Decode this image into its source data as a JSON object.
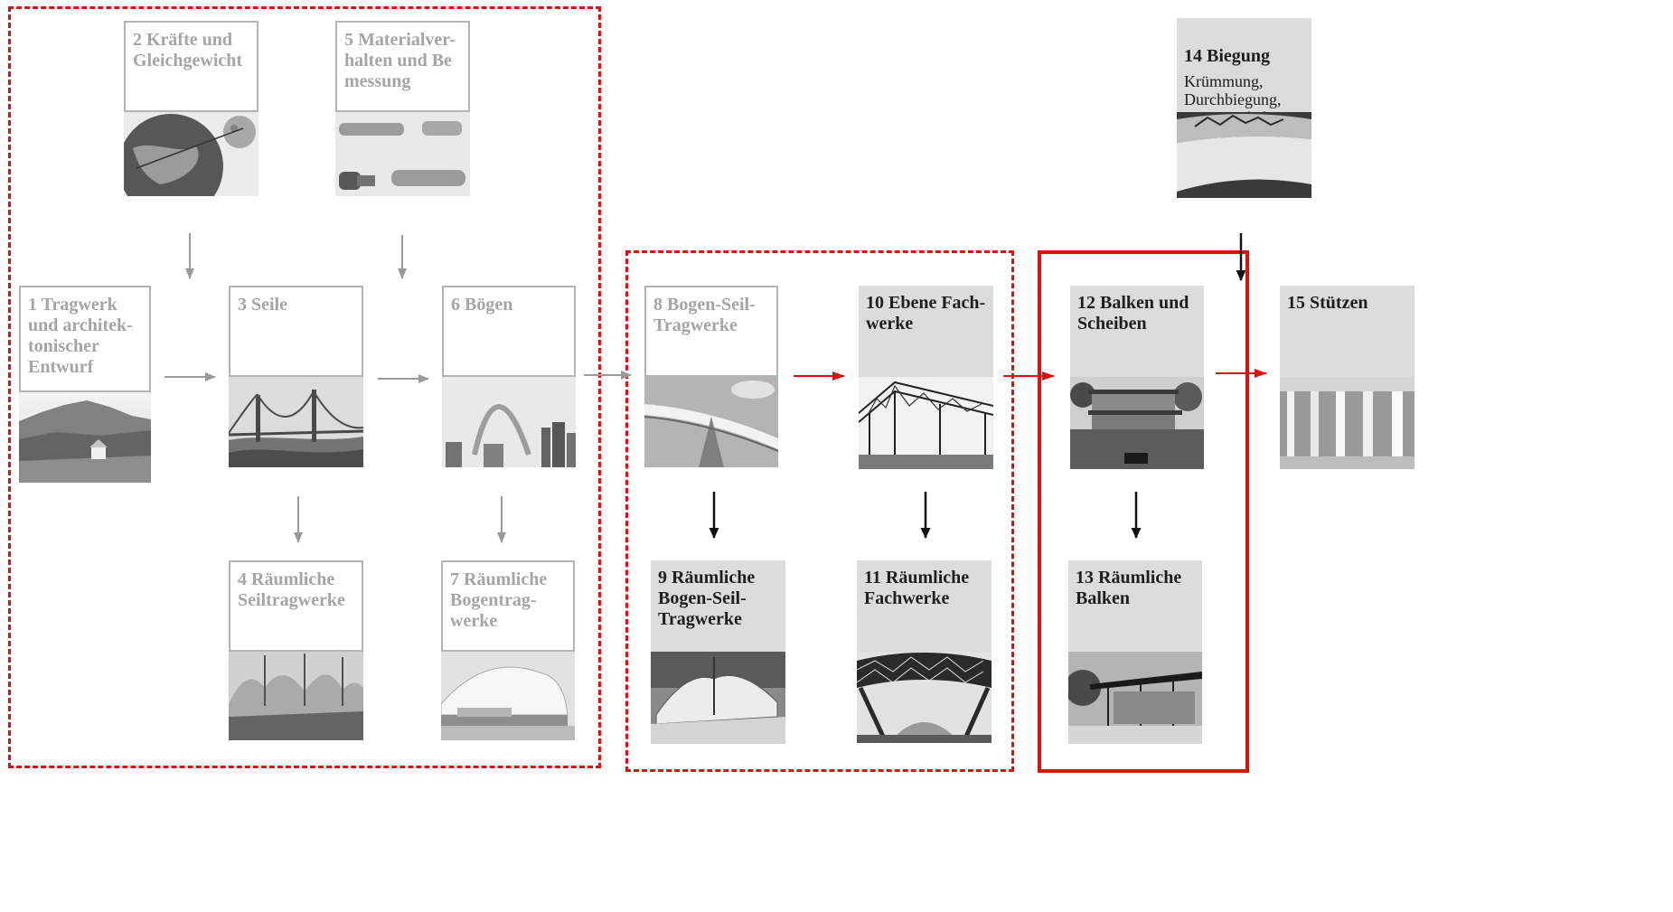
{
  "colors": {
    "accent_red": "#e01010",
    "faded_text": "#a5a5a5",
    "faded_border": "#b4b4b4",
    "active_fill": "#dcdcdc",
    "active_text": "#1e1e1e",
    "arrow_gray": "#9a9a9a",
    "arrow_black": "#111111"
  },
  "modules": [
    {
      "id": "m1",
      "num": "1",
      "title": "Tragwerk\nund architek-\ntonischer\nEntwurf",
      "subtitle": "",
      "state": "faded",
      "photo": "mountain-chapel"
    },
    {
      "id": "m2",
      "num": "2",
      "title": "Kräfte und\nGleichgewicht",
      "subtitle": "",
      "state": "faded",
      "photo": "earth-moon"
    },
    {
      "id": "m3",
      "num": "3",
      "title": "Seile",
      "subtitle": "",
      "state": "faded",
      "photo": "suspension-bridge"
    },
    {
      "id": "m4",
      "num": "4",
      "title": "Räumliche\nSeiltragwerke",
      "subtitle": "",
      "state": "faded",
      "photo": "tent-roof"
    },
    {
      "id": "m5",
      "num": "5",
      "title": "Materialver-\nhalten und Be\nmessung",
      "subtitle": "",
      "state": "faded",
      "photo": "steel-bolts"
    },
    {
      "id": "m6",
      "num": "6",
      "title": "Bögen",
      "subtitle": "",
      "state": "faded",
      "photo": "gateway-arch"
    },
    {
      "id": "m7",
      "num": "7",
      "title": "Räumliche\nBogentrag-\nwerke",
      "subtitle": "",
      "state": "faded",
      "photo": "shell-building"
    },
    {
      "id": "m8",
      "num": "8",
      "title": "Bogen-Seil-\nTragwerke",
      "subtitle": "",
      "state": "faded",
      "photo": "arch-cable-bridge"
    },
    {
      "id": "m9",
      "num": "9",
      "title": "Räumliche\nBogen-Seil-\nTragwerke",
      "subtitle": "",
      "state": "active",
      "photo": "stadium-roof"
    },
    {
      "id": "m10",
      "num": "10",
      "title": "Ebene Fach-\nwerke",
      "subtitle": "",
      "state": "active",
      "photo": "truss-frame"
    },
    {
      "id": "m11",
      "num": "11",
      "title": "Räumliche\nFachwerke",
      "subtitle": "",
      "state": "active",
      "photo": "space-truss"
    },
    {
      "id": "m12",
      "num": "12",
      "title": "Balken und\nScheiben",
      "subtitle": "",
      "state": "active",
      "photo": "villa"
    },
    {
      "id": "m13",
      "num": "13",
      "title": "Räumliche\nBalken",
      "subtitle": "",
      "state": "active",
      "photo": "pavilion"
    },
    {
      "id": "m14",
      "num": "14",
      "title": "Biegung",
      "subtitle": "Krümmung,\nDurchbiegung,\nBiegesteifigkeit",
      "state": "active",
      "photo": "bent-beam"
    },
    {
      "id": "m15",
      "num": "15",
      "title": "Stützen",
      "subtitle": "",
      "state": "active",
      "photo": "columns"
    }
  ]
}
